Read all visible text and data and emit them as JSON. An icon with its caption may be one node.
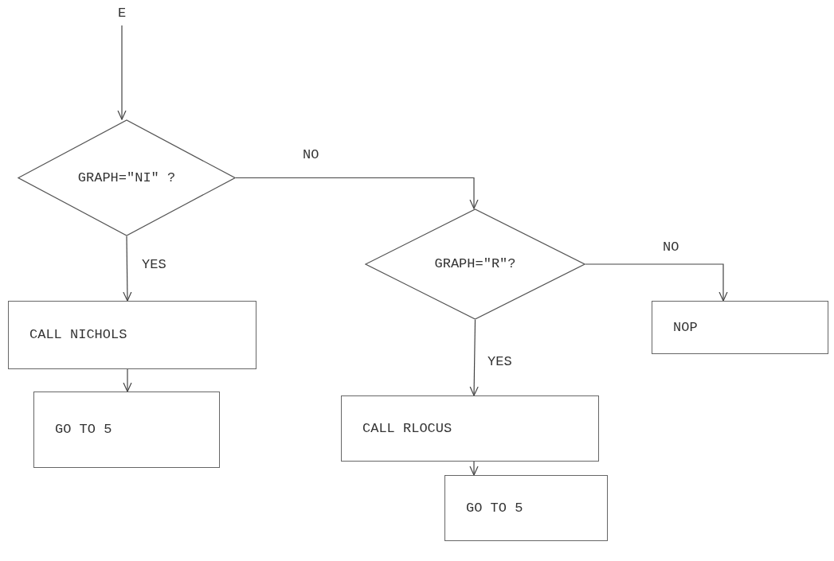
{
  "diagram": {
    "nodes": [
      {
        "text": [
          "E"
        ]
      },
      {
        "text": [
          "GRAPH=\"NI\" ?"
        ]
      },
      {
        "text": [
          "CALL NICHOLS"
        ]
      },
      {
        "text": [
          "GO TO 5"
        ]
      },
      {
        "text": [
          "GRAPH=\"R\"?"
        ]
      },
      {
        "text": [
          "CALL RLOCUS"
        ]
      },
      {
        "text": [
          "GO TO 5"
        ]
      },
      {
        "text": [
          "NOP"
        ]
      }
    ],
    "edges": [
      {
        "from": 0,
        "to": 1,
        "arrow": "to"
      },
      {
        "from": 1,
        "to": 4,
        "arrow": "to",
        "label": "NO"
      },
      {
        "from": 1,
        "to": 2,
        "arrow": "to",
        "label": "YES"
      },
      {
        "from": 2,
        "to": 3,
        "arrow": "to"
      },
      {
        "from": 4,
        "to": 7,
        "arrow": "to",
        "label": "NO"
      },
      {
        "from": 4,
        "to": 5,
        "arrow": "to",
        "label": "YES"
      },
      {
        "from": 5,
        "to": 6,
        "arrow": "to"
      }
    ]
  }
}
